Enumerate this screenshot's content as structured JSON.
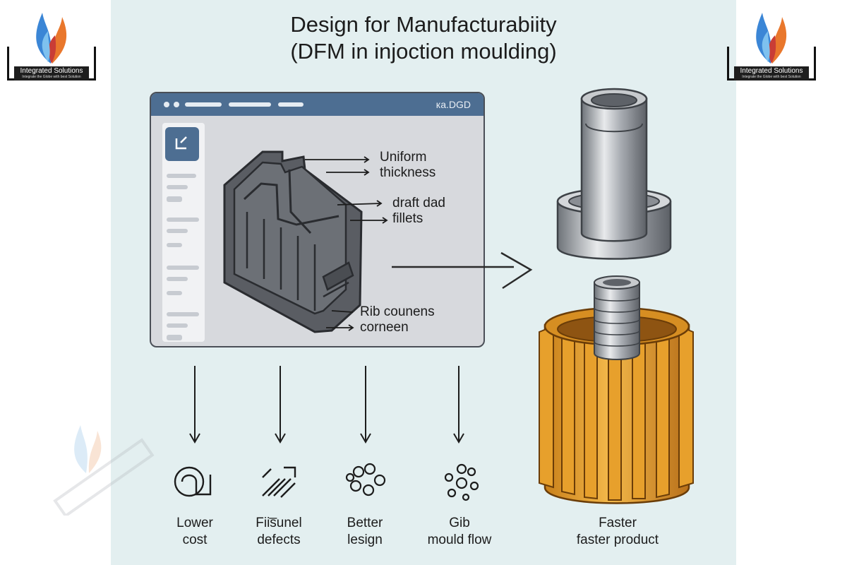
{
  "title": {
    "line1": "Design for Manufacturabiity",
    "line2": "(DFM  in injoction moulding)"
  },
  "logo": {
    "name": "Integrated Solutions",
    "tagline": "Integrate the Globe with best Solution"
  },
  "cad_window": {
    "label": "ка.DGD"
  },
  "annotations": [
    {
      "line1": "Uniform",
      "line2": "thickness"
    },
    {
      "line1": "draft dad",
      "line2": "fillets"
    },
    {
      "line1": "Rib counens",
      "line2": "corneen"
    }
  ],
  "benefits": [
    {
      "line1": "Lower",
      "line2": "cost",
      "icon": "cost-icon"
    },
    {
      "line1": "Fiis̅unel",
      "line2": "defects",
      "icon": "defects-icon"
    },
    {
      "line1": "Better",
      "line2": "lesign",
      "icon": "design-icon"
    },
    {
      "line1": "Gib",
      "line2": "mould flow",
      "icon": "flow-icon"
    },
    {
      "line1": "Faster",
      "line2": "faster product",
      "icon": "product-icon"
    }
  ],
  "colors": {
    "panel": "#e3eff0",
    "cad_header": "#4d6e92",
    "part": "#5a5d63",
    "orange_part": "#e8a12e",
    "steel": "#a9adb3"
  }
}
